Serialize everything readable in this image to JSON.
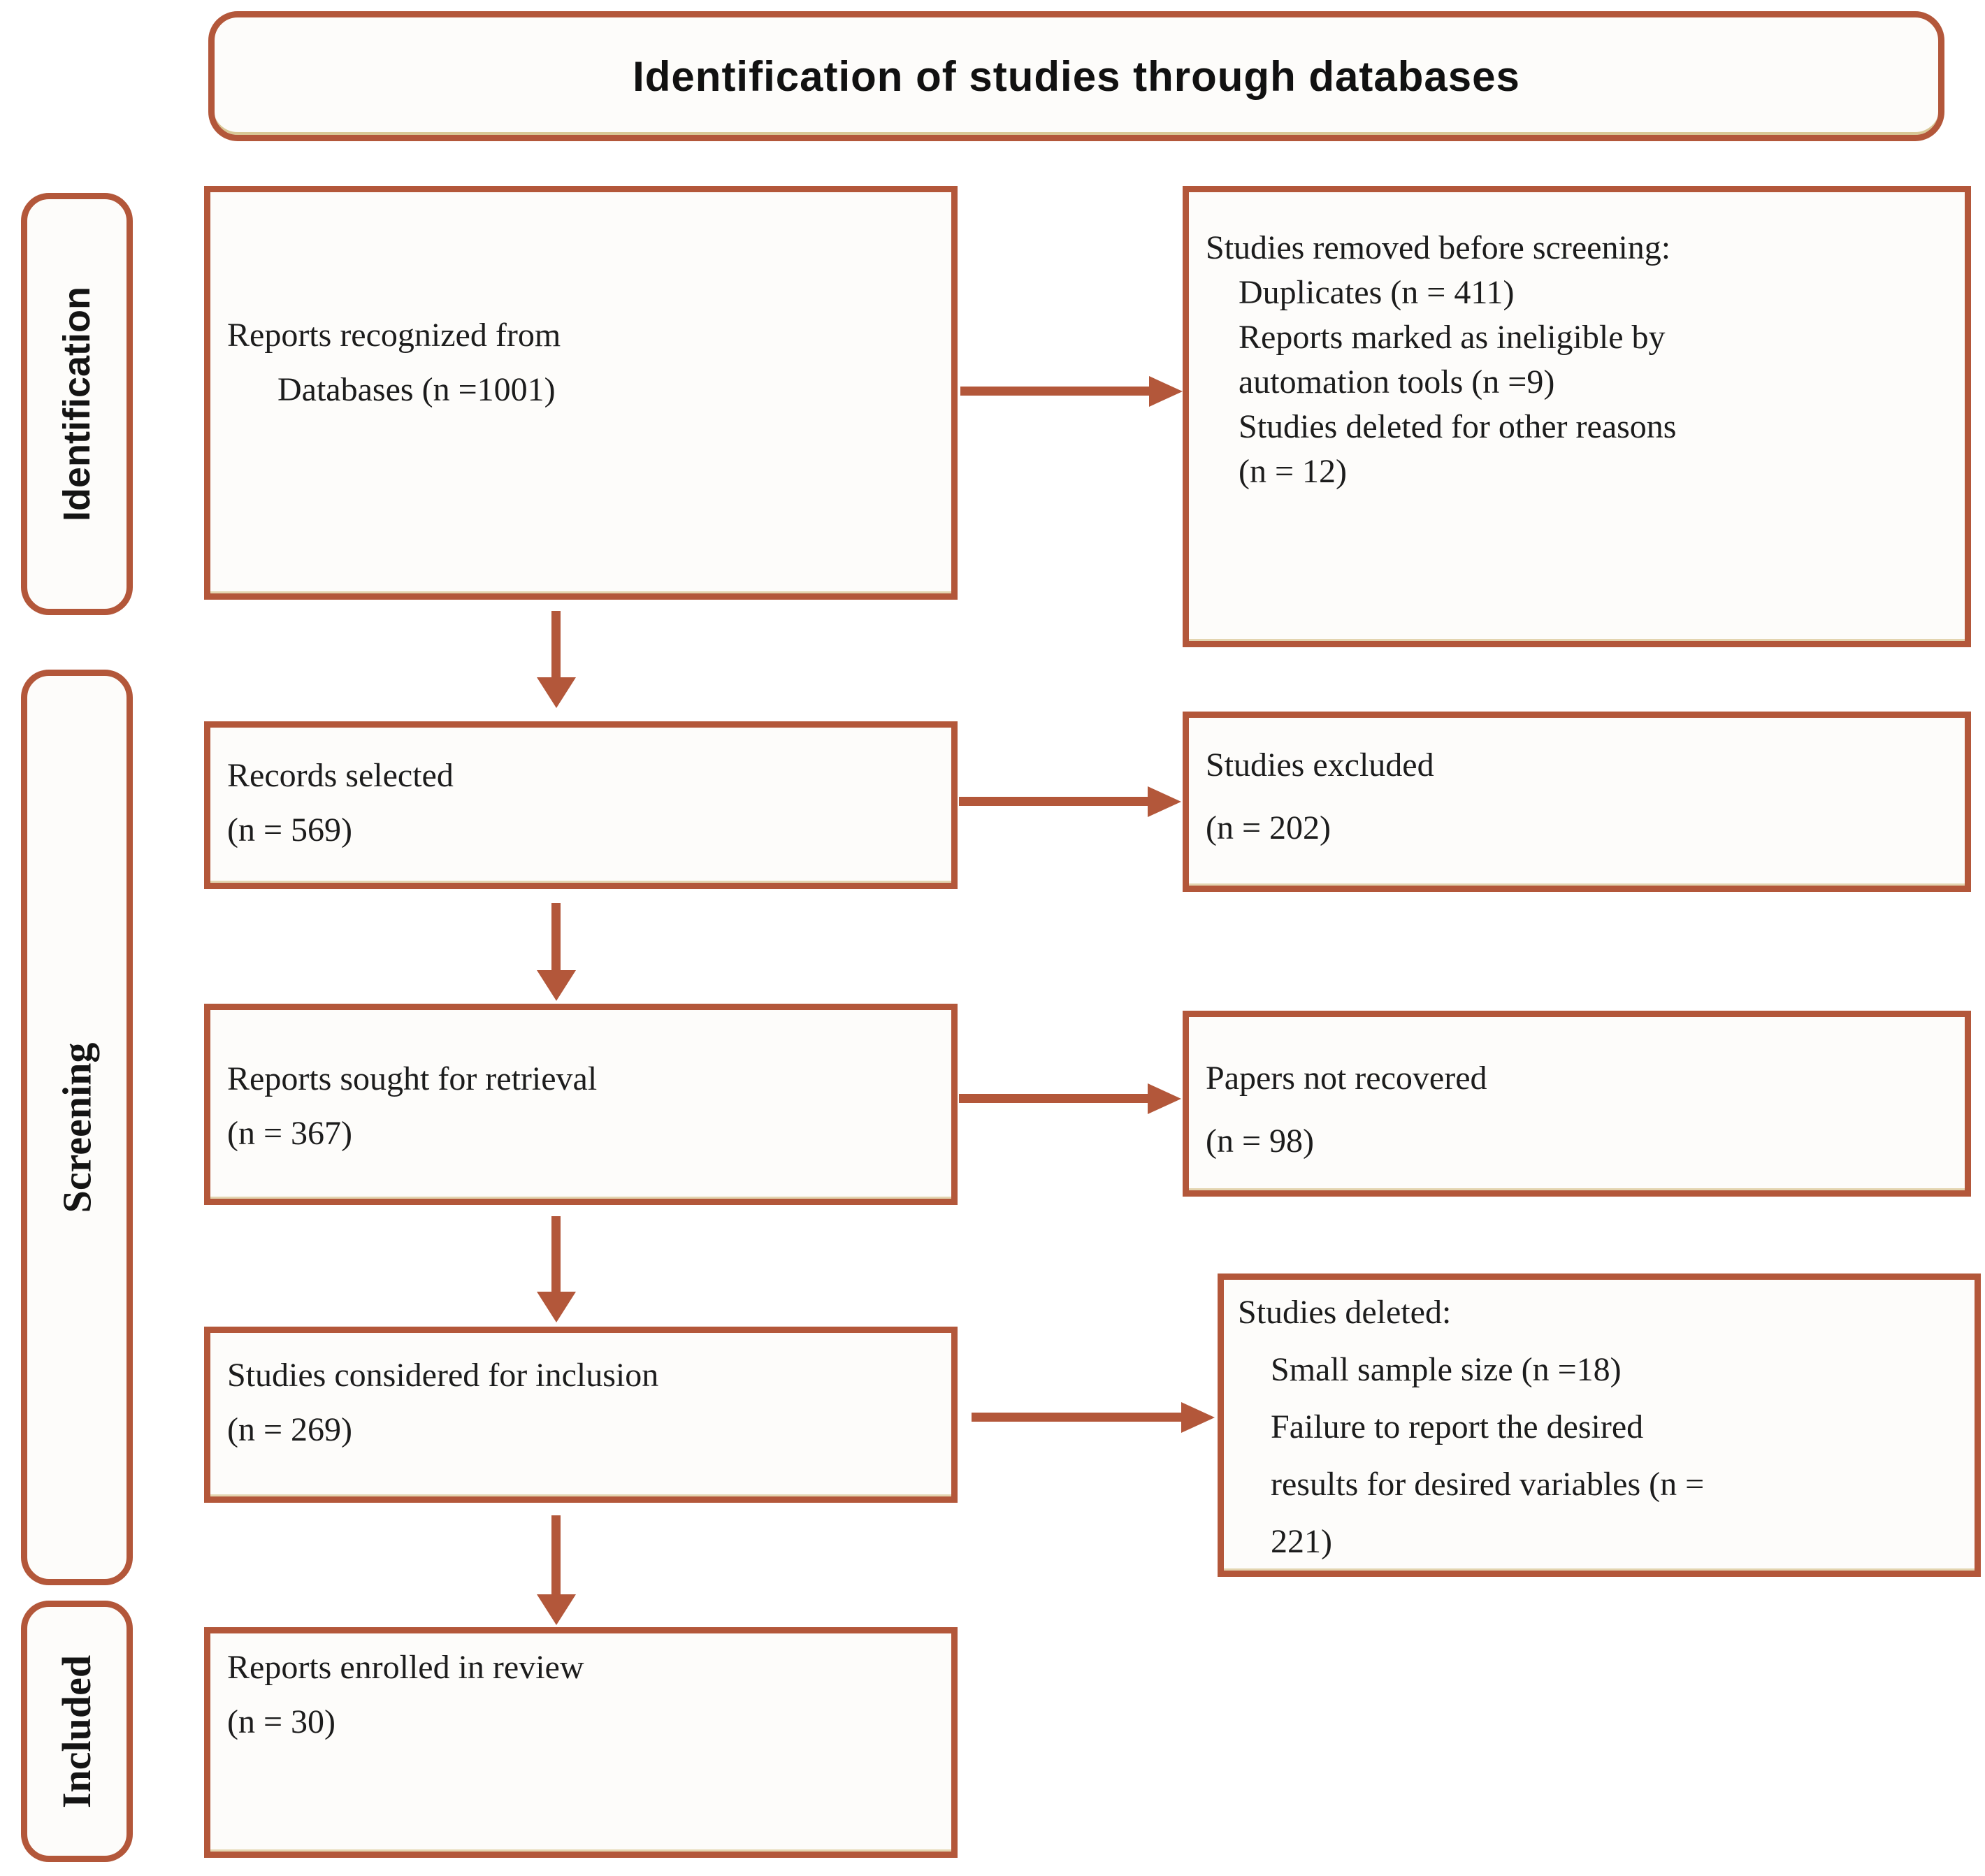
{
  "title": "Identification of studies through databases",
  "colors": {
    "accent": "#b3573a",
    "text": "#1c1c1c",
    "box_bg": "#fdfcfa"
  },
  "sidebar": {
    "identification": "Identification",
    "screening": "Screening",
    "included": "Included"
  },
  "main_boxes": [
    {
      "lines": [
        "Reports recognized from",
        "Databases (n =1001)"
      ]
    },
    {
      "lines": [
        "Records selected",
        "(n = 569)"
      ]
    },
    {
      "lines": [
        "Reports sought for retrieval",
        "(n = 367)"
      ]
    },
    {
      "lines": [
        "Studies considered for inclusion",
        "(n = 269)"
      ]
    },
    {
      "lines": [
        "Reports enrolled in review",
        "(n = 30)"
      ]
    }
  ],
  "side_boxes": [
    {
      "lines": [
        "Studies removed before screening:",
        "Duplicates (n = 411)",
        "Reports marked as ineligible by",
        "automation tools (n =9)",
        "Studies deleted for other reasons",
        "(n = 12)"
      ]
    },
    {
      "lines": [
        "Studies excluded",
        "(n = 202)"
      ]
    },
    {
      "lines": [
        "Papers not recovered",
        "(n = 98)"
      ]
    },
    {
      "lines": [
        "Studies deleted:",
        "Small sample size (n =18)",
        "Failure to report the desired",
        "results for desired variables (n =",
        "221)"
      ]
    }
  ]
}
